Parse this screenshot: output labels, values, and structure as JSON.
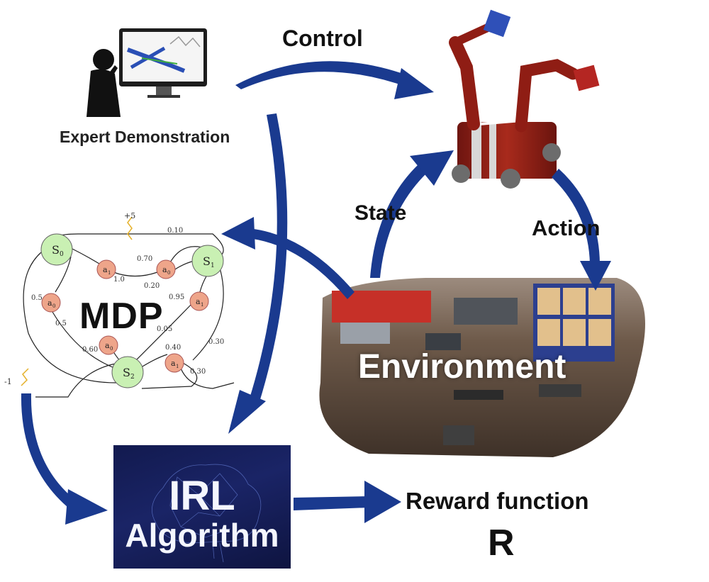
{
  "labels": {
    "control": "Control",
    "state": "State",
    "action": "Action",
    "expert": "Expert Demonstration",
    "mdp": "MDP",
    "environment": "Environment",
    "irl_line1": "IRL",
    "irl_line2": "Algorithm",
    "reward": "Reward function",
    "reward_symbol": "R"
  },
  "mdp": {
    "states": [
      {
        "id": "s0",
        "main": "S",
        "sub": "0"
      },
      {
        "id": "s1",
        "main": "S",
        "sub": "1"
      },
      {
        "id": "s2",
        "main": "S",
        "sub": "2"
      }
    ],
    "actions": [
      {
        "id": "s0a1",
        "main": "a",
        "sub": "1"
      },
      {
        "id": "s0a0",
        "main": "a",
        "sub": "0"
      },
      {
        "id": "s1a0",
        "main": "a",
        "sub": "0"
      },
      {
        "id": "s1a1",
        "main": "a",
        "sub": "1"
      },
      {
        "id": "s2a0",
        "main": "a",
        "sub": "0"
      },
      {
        "id": "s2a1",
        "main": "a",
        "sub": "1"
      }
    ],
    "edge_labels": [
      "0.10",
      "0.70",
      "1.0",
      "0.20",
      "0.95",
      "0.5",
      "0.5",
      "0.05",
      "0.60",
      "0.40",
      "0.30",
      "0.30"
    ],
    "rewards": [
      "+5",
      "-1"
    ]
  },
  "colors": {
    "arrow": "#1a3a8f",
    "state_fill": "#c9f0b3",
    "action_fill": "#eea58a",
    "irl_bg": "#161f5c"
  }
}
